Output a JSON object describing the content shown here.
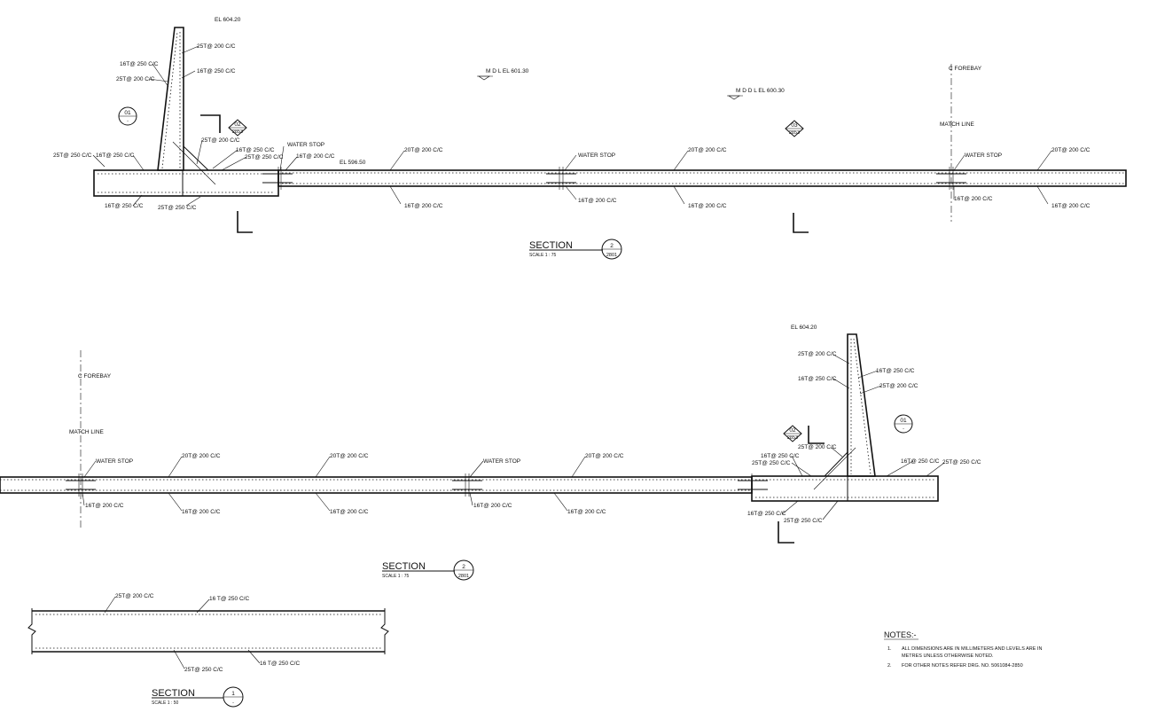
{
  "labels": {
    "el_604_top": "EL 604.20",
    "el_604_bottom": "EL 604.20",
    "mdl_601": "M D L EL 601.30",
    "mddl_600": "M D D L EL 600.30",
    "forebay_top": "C FOREBAY",
    "forebay_bottom": "C FOREBAY",
    "matchline_top": "MATCH LINE",
    "matchline_bottom": "MATCH LINE",
    "el_596": "EL 596.50"
  },
  "rebar_top": {
    "r1": "25T@ 200 C/C",
    "r2": "16T@ 250 C/C",
    "r3": "16T@ 250 C/C",
    "r4": "25T@ 200 C/C",
    "r5": "25T@ 200 C/C",
    "r6": "16T@ 250 C/C",
    "r7": "25T@ 250 C/C",
    "r8": "25T@ 250 C/C",
    "r9": "16T@ 250 C/C",
    "r10": "16T@ 200 C/C",
    "r11": "20T@ 200 C/C",
    "r12": "20T@ 200 C/C",
    "r13": "20T@ 200 C/C",
    "r14": "16T@ 250 C/C",
    "r15": "25T@ 250 C/C",
    "r16": "16T@ 200 C/C",
    "r17": "16T@ 200 C/C",
    "r18": "16T@ 200 C/C",
    "r19": "16T@ 200 C/C",
    "r20": "16T@ 200 C/C",
    "ws1": "WATER STOP",
    "ws2": "WATER STOP",
    "ws3": "WATER STOP"
  },
  "rebar_bottom": {
    "b1": "25T@ 200 C/C",
    "b2": "16T@ 250 C/C",
    "b3": "16T@ 250 C/C",
    "b4": "25T@ 200 C/C",
    "b5": "25T@ 200 C/C",
    "b6": "16T@ 250 C/C",
    "b7": "25T@ 250 C/C",
    "b8": "16T@ 250 C/C",
    "b9": "25T@ 250 C/C",
    "b10": "20T@ 200 C/C",
    "b11": "20T@ 200 C/C",
    "b12": "20T@ 200 C/C",
    "b13": "16T@ 200 C/C",
    "b14": "16T@ 200 C/C",
    "b15": "16T@ 200 C/C",
    "b16": "16T@ 200 C/C",
    "b17": "16T@ 200 C/C",
    "b18": "16T@ 250 C/C",
    "ws1": "WATER STOP",
    "ws2": "WATER STOP"
  },
  "rebar_s1": {
    "a": "25T@ 200 C/C",
    "b": "16 T@ 250 C/C",
    "c": "25T@ 250 C/C",
    "d": "16 T@ 250 C/C"
  },
  "markers": {
    "m01_top": "01",
    "m01_top_sub": "-",
    "m02_top": "02",
    "m02_top_sub": "2853",
    "m03_top": "03",
    "m03_top_sub": "2853",
    "m01_bottom": "01",
    "m01_bottom_sub": "-",
    "m02_bottom": "02",
    "m02_bottom_sub": "2853"
  },
  "sections": {
    "s_top": {
      "title": "SECTION",
      "scale": "SCALE 1 : 75",
      "num": "2",
      "sheet": "2801"
    },
    "s_mid": {
      "title": "SECTION",
      "scale": "SCALE 1 : 75",
      "num": "2",
      "sheet": "2801"
    },
    "s_small": {
      "title": "SECTION",
      "scale": "SCALE 1 : 50",
      "num": "1",
      "sheet": "-"
    }
  },
  "notes": {
    "title": "NOTES:-",
    "n1_num": "1.",
    "n1_line1": "ALL DIMENSIONS ARE IN MILLIMETERS AND LEVELS  ARE IN",
    "n1_line2": "METRES UNLESS OTHERWISE NOTED.",
    "n2_num": "2.",
    "n2_line1": "FOR OTHER NOTES REFER DRG. NO. 5061084-2850"
  }
}
